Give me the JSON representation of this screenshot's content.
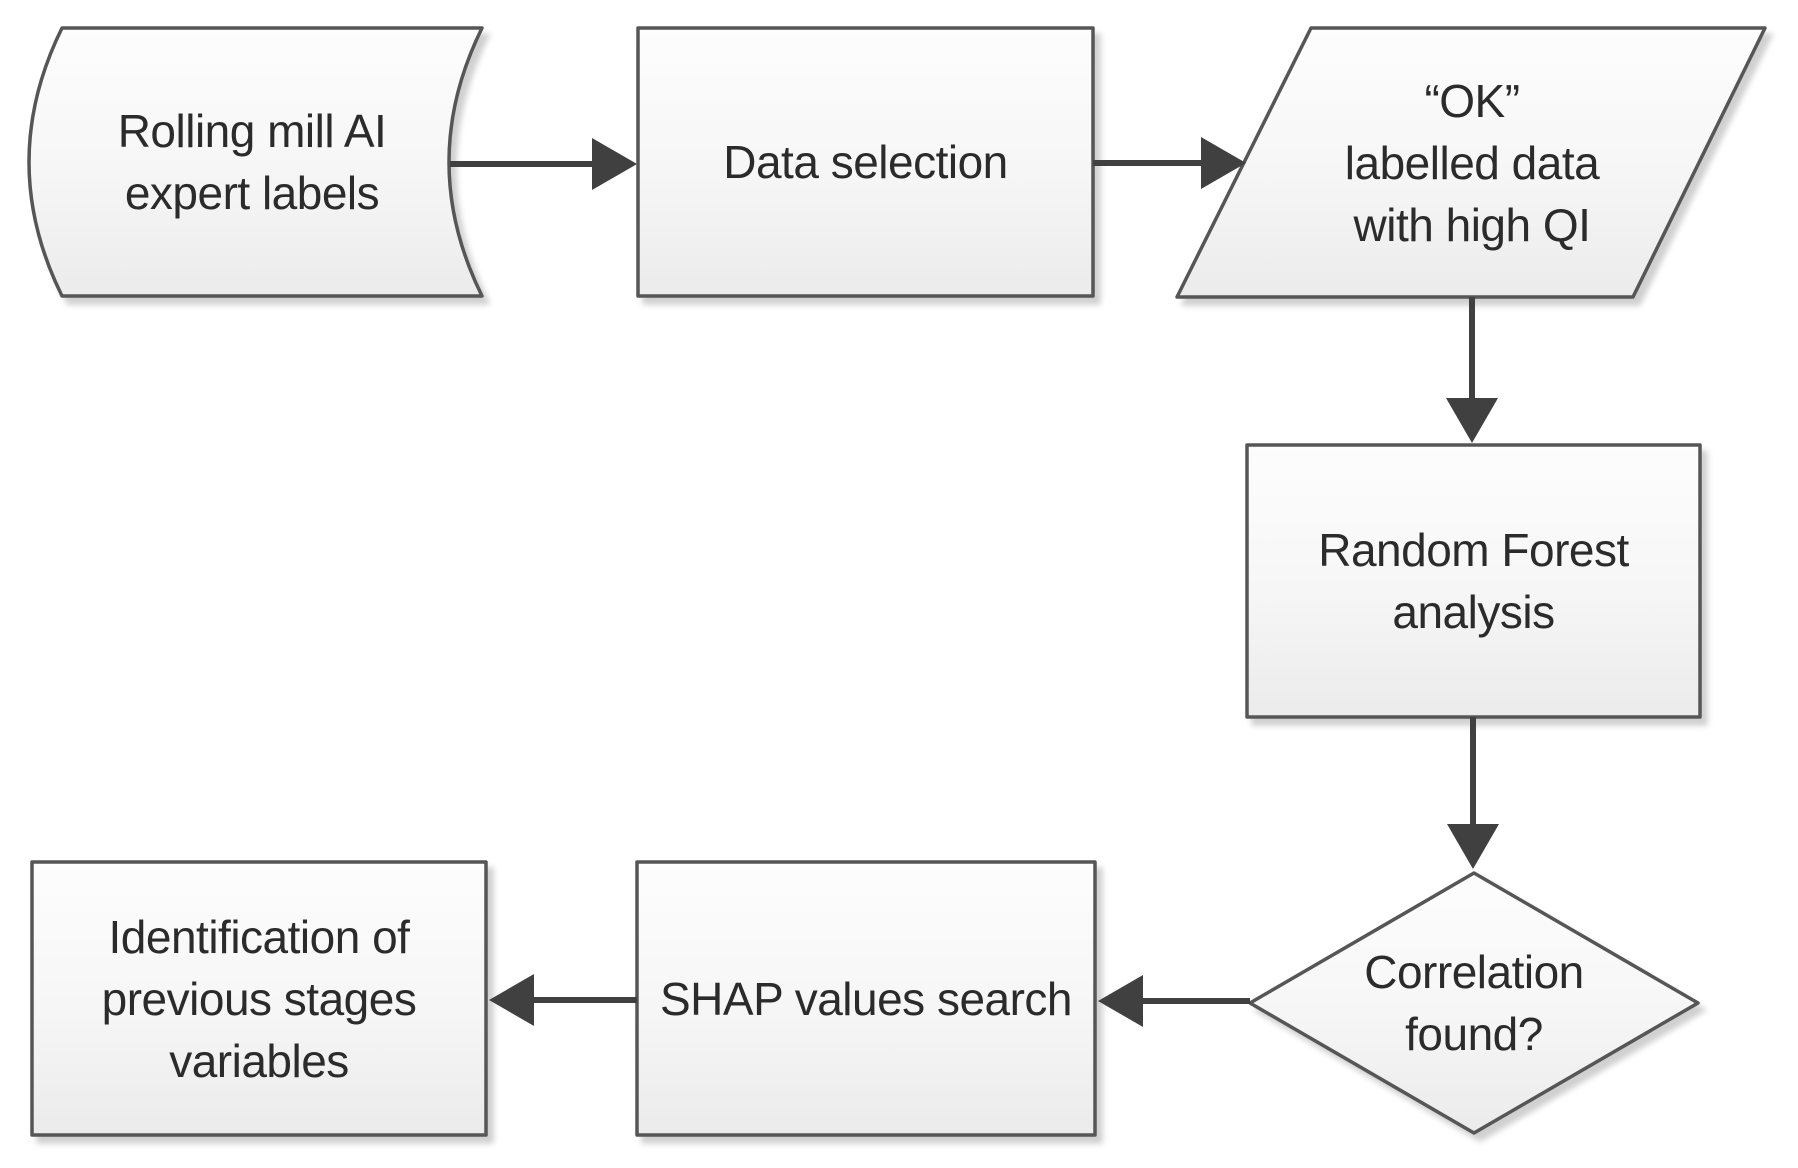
{
  "diagram": {
    "type": "flowchart",
    "nodes": {
      "rolling_mill_expert_labels": {
        "shape": "stored-data",
        "label": "Rolling mill AI expert labels",
        "lines": [
          "Rolling mill AI",
          "expert labels"
        ]
      },
      "data_selection": {
        "shape": "process",
        "label": "Data selection",
        "lines": [
          "Data selection"
        ]
      },
      "ok_labelled_data": {
        "shape": "input-output-parallelogram",
        "label": "“OK” labelled data with high QI",
        "lines": [
          "“OK”",
          "labelled data",
          "with high QI"
        ]
      },
      "random_forest_analysis": {
        "shape": "process",
        "label": "Random Forest analysis",
        "lines": [
          "Random Forest",
          "analysis"
        ]
      },
      "correlation_found": {
        "shape": "decision-diamond",
        "label": "Correlation found?",
        "lines": [
          "Correlation",
          "found?"
        ]
      },
      "shap_values_search": {
        "shape": "process",
        "label": "SHAP values search",
        "lines": [
          "SHAP values search"
        ]
      },
      "identification_previous_stages_variables": {
        "shape": "process",
        "label": "Identification of previous stages variables",
        "lines": [
          "Identification of",
          "previous stages",
          "variables"
        ]
      }
    },
    "edges": [
      {
        "from": "rolling_mill_expert_labels",
        "to": "data_selection",
        "direction": "right"
      },
      {
        "from": "data_selection",
        "to": "ok_labelled_data",
        "direction": "right"
      },
      {
        "from": "ok_labelled_data",
        "to": "random_forest_analysis",
        "direction": "down"
      },
      {
        "from": "random_forest_analysis",
        "to": "correlation_found",
        "direction": "down"
      },
      {
        "from": "correlation_found",
        "to": "shap_values_search",
        "direction": "left"
      },
      {
        "from": "shap_values_search",
        "to": "identification_previous_stages_variables",
        "direction": "left"
      }
    ]
  },
  "theme": {
    "canvas-bg": "#ffffff",
    "shape-border": "#565656",
    "shape-fill-top": "#fdfdfd",
    "shape-fill-bottom": "#ebebeb",
    "arrow-color": "#404040",
    "text-color": "#2b2b2b",
    "shadow-color": "#bfbfbf"
  }
}
